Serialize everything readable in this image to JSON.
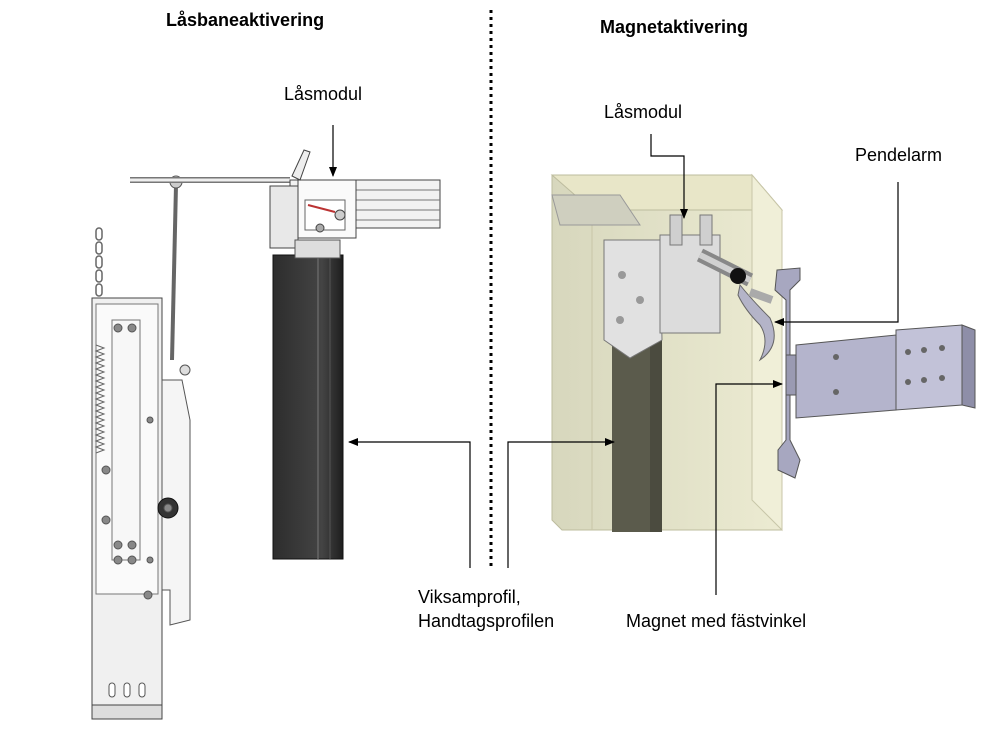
{
  "left_panel": {
    "title": "Låsbaneaktivering",
    "lock_module_label": "Låsmodul"
  },
  "right_panel": {
    "title": "Magnetaktivering",
    "lock_module_label": "Låsmodul",
    "pendulum_arm_label": "Pendelarm",
    "magnet_label": "Magnet med fästvinkel"
  },
  "shared": {
    "profile_label_line1": "Viksamprofil,",
    "profile_label_line2": "Handtagsprofilen"
  }
}
